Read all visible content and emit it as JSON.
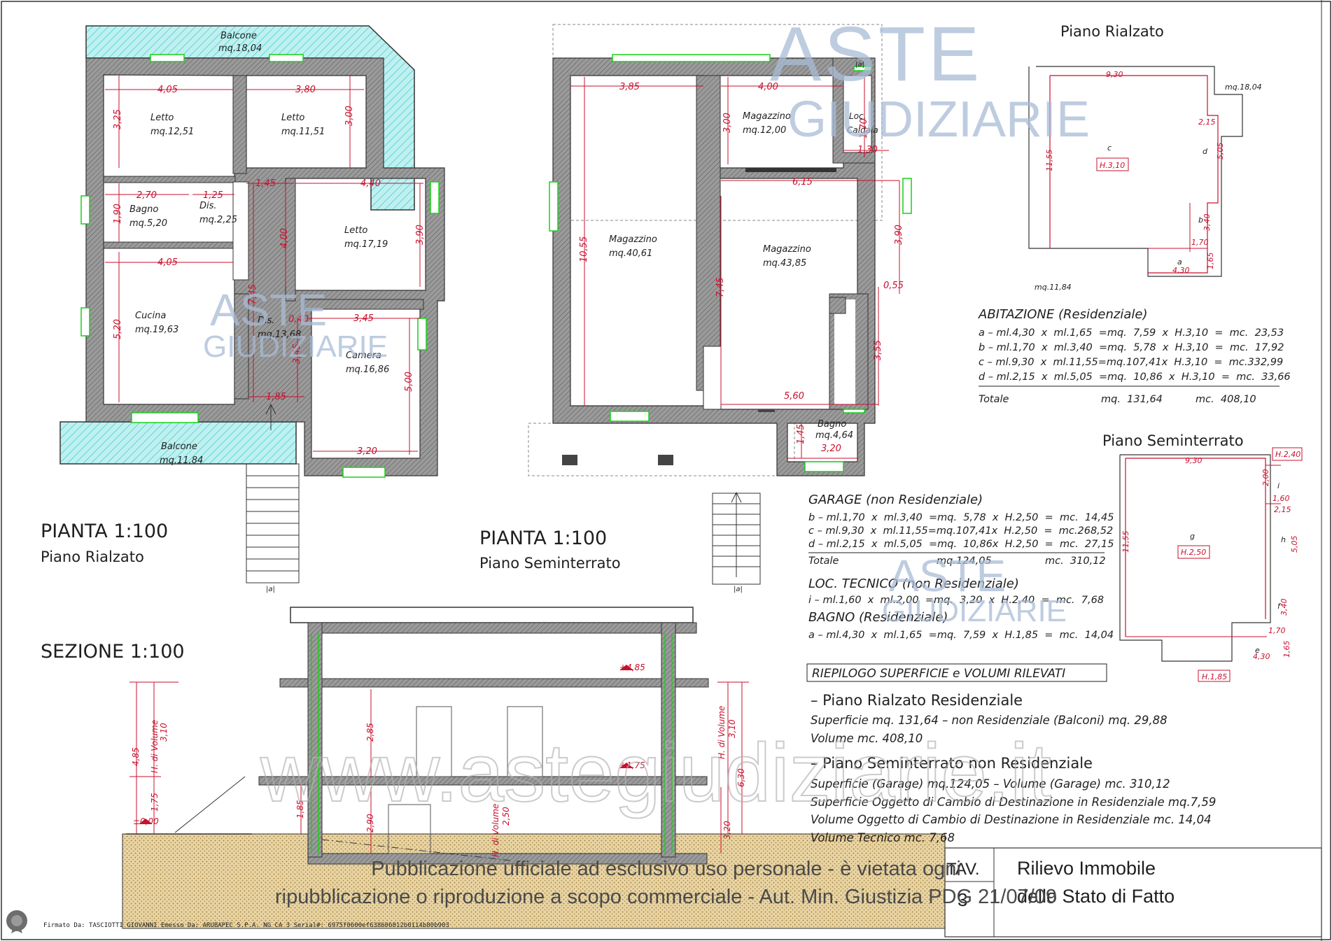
{
  "colors": {
    "wall": "#7f7f7f",
    "dimension": "#c8102e",
    "opening": "#17d117",
    "balcony_hatch": "#3cc8c8",
    "text": "#1f1f1f",
    "watermark": "#a9bcd6",
    "ground_hatch": "#c9a25a"
  },
  "plan_rialzato": {
    "title": "PIANTA 1:100",
    "subtitle": "Piano Rialzato",
    "rooms": [
      {
        "name": "Balcone",
        "area": "mq.18,04"
      },
      {
        "name": "Letto",
        "area": "mq.12,51"
      },
      {
        "name": "Letto",
        "area": "mq.11,51"
      },
      {
        "name": "Bagno",
        "area": "mq.5,20"
      },
      {
        "name": "Dis.",
        "area": "mq.2,25"
      },
      {
        "name": "Letto",
        "area": "mq.17,19"
      },
      {
        "name": "Cucina",
        "area": "mq.19,63"
      },
      {
        "name": "Dis.",
        "area": "mq.13,68"
      },
      {
        "name": "Camera",
        "area": "mq.16,86"
      },
      {
        "name": "Balcone",
        "area": "mq.11,84"
      }
    ],
    "dimensions": [
      "4,05",
      "3,80",
      "3,25",
      "3,00",
      "2,70",
      "1,25",
      "1,45",
      "4,40",
      "1,90",
      "4,00",
      "3,90",
      "4,05",
      "7,45",
      "5,20",
      "3,45",
      "0,40",
      "3,45",
      "5,00",
      "1,85",
      "3,20"
    ]
  },
  "plan_seminterrato": {
    "title": "PIANTA 1:100",
    "subtitle": "Piano Seminterrato",
    "rooms": [
      {
        "name": "Magazzino",
        "area": "mq.40,61"
      },
      {
        "name": "Magazzino",
        "area": "mq.12,00"
      },
      {
        "name": "Loc.\nCaldaia",
        "area": ""
      },
      {
        "name": "Magazzino",
        "area": "mq.43,85"
      },
      {
        "name": "Bagno",
        "area": "mq.4,64"
      }
    ],
    "dimensions": [
      "3,85",
      "4,00",
      "3,00",
      "1,70",
      "1,30",
      "6,15",
      "10,55",
      "3,90",
      "7,45",
      "0,55",
      "3,55",
      "5,60",
      "1,45",
      "3,20"
    ],
    "stair_mark": "|a|"
  },
  "scheme_rialzato": {
    "title": "Piano Rialzato",
    "labels": [
      "9,30",
      "mq.18,04",
      "2,15",
      "d",
      "5,05",
      "c",
      "H.3,10",
      "11,55",
      "b",
      "3,40",
      "1,70",
      "1,65",
      "a",
      "4,30",
      "mq.11,84"
    ]
  },
  "abitazione": {
    "heading": "ABITAZIONE (Residenziale)",
    "rows": [
      "a – ml.4,30  x  ml.1,65  =mq.  7,59  x  H.3,10  =  mc.  23,53",
      "b – ml.1,70  x  ml.3,40  =mq.  5,78  x  H.3,10  =  mc.  17,92",
      "c – ml.9,30  x  ml.11,55=mq.107,41x  H.3,10  =  mc.332,99",
      "d – ml.2,15  x  ml.5,05  =mq.  10,86  x  H.3,10  =  mc.  33,66"
    ],
    "total_label": "Totale",
    "total_area": "mq.  131,64",
    "total_volume": "mc.  408,10"
  },
  "scheme_seminterrato": {
    "title": "Piano Seminterrato",
    "labels": [
      "9,30",
      "H.2,40",
      "2,00",
      "i",
      "1,60",
      "2,15",
      "h",
      "5,05",
      "g",
      "H.2,50",
      "11,55",
      "f",
      "3,40",
      "1,70",
      "1,65",
      "e",
      "4,30",
      "H.1,85"
    ]
  },
  "garage": {
    "heading": "GARAGE (non Residenziale)",
    "rows": [
      "b – ml.1,70  x  ml.3,40  =mq.  5,78  x  H.2,50  =  mc.  14,45",
      "c – ml.9,30  x  ml.11,55=mq.107,41x  H.2,50  =  mc.268,52",
      "d – ml.2,15  x  ml.5,05  =mq.  10,86x  H.2,50  =  mc.  27,15"
    ],
    "total_label": "Totale",
    "total_area": "mq.124,05",
    "total_volume": "mc.  310,12"
  },
  "loc_tecnico": {
    "heading": "LOC. TECNICO (non Residenziale)",
    "row": "i – ml.1,60  x  ml.2,00  =mq.  3,20  x  H.2,40  =  mc.  7,68"
  },
  "bagno": {
    "heading": "BAGNO (Residenziale)",
    "row": "a – ml.4,30  x  ml.1,65  =mq.  7,59  x  H.1,85  =  mc.  14,04"
  },
  "riepilogo": {
    "heading": "RIEPILOGO SUPERFICIE e VOLUMI RILEVATI",
    "rialzato_title": "– Piano Rialzato Residenziale",
    "rialzato_lines": [
      "Superficie mq. 131,64 – non Residenziale (Balconi) mq. 29,88",
      "Volume mc. 408,10"
    ],
    "seminterrato_title": "– Piano Seminterrato non Residenziale",
    "seminterrato_lines": [
      "Superficie (Garage) mq.124,05 – Volume (Garage) mc. 310,12",
      "Superficie Oggetto di Cambio di Destinazione in Residenziale mq.7,59",
      "Volume Oggetto di Cambio di Destinazione in Residenziale mc. 14,04",
      "Volume Tecnico mc. 7,68"
    ]
  },
  "sezione": {
    "title": "SEZIONE 1:100",
    "labels": [
      "+4,85",
      "2,85",
      "+1,75",
      "1,85",
      "2,90",
      "±0,00",
      "4,85",
      "3,10",
      "H. di Volume",
      "1,75",
      "H. di Volume",
      "2,50",
      "H. di Volume",
      "3,10",
      "6,30",
      "3,20"
    ]
  },
  "title_block": {
    "tav_label": "TAV.",
    "tav_number": "3",
    "title_line1": "Rilievo Immobile",
    "title_line2": "dello Stato di Fatto"
  },
  "watermarks": {
    "brand_top": "ASTE",
    "brand_bottom": "GIUDIZIARIE",
    "site": "www.astegiudiziarie.it"
  },
  "notice": {
    "line1": "Pubblicazione ufficiale ad esclusivo uso personale - è vietata ogni",
    "line2": "ripubblicazione o riproduzione a scopo commerciale - Aut. Min. Giustizia PDG 21/07/09"
  },
  "signature": "Firmato Da: TASCIOTTI GIOVANNI Emesso Da: ARUBAPEC S.P.A. NG CA 3 Serial#: 6975f0600ef638606812b0114b80b903"
}
